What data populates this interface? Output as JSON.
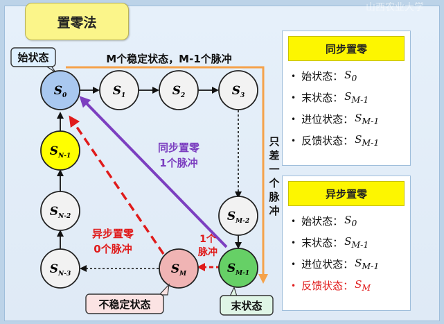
{
  "watermark": "山西农业大学",
  "title": "置零法",
  "states": {
    "s0": {
      "main": "S",
      "sub": "0"
    },
    "s1": {
      "main": "S",
      "sub": "1"
    },
    "s2": {
      "main": "S",
      "sub": "2"
    },
    "s3": {
      "main": "S",
      "sub": "3"
    },
    "sm2": {
      "main": "S",
      "sub": "M-2"
    },
    "sm1": {
      "main": "S",
      "sub": "M-1"
    },
    "sm": {
      "main": "S",
      "sub": "M"
    },
    "sn3": {
      "main": "S",
      "sub": "N-3"
    },
    "sn2": {
      "main": "S",
      "sub": "N-2"
    },
    "sn1": {
      "main": "S",
      "sub": "N-1"
    }
  },
  "labels": {
    "start_state": "始状态",
    "end_state": "末状态",
    "unstable_state": "不稳定状态",
    "top_arc": "M个稳定状态，M-1个脉冲",
    "vertical_note": [
      "只",
      "差",
      "一",
      "个",
      "脉",
      "冲"
    ],
    "sync_line1": "同步置零",
    "sync_line2": "1个脉冲",
    "async_line1": "异步置零",
    "async_line2": "0个脉冲",
    "one_pulse_1": "1个",
    "one_pulse_2": "脉冲"
  },
  "sync_panel": {
    "header": "同步置零",
    "items": [
      {
        "label": "始状态：",
        "main": "S",
        "sub": "0"
      },
      {
        "label": "末状态：",
        "main": "S",
        "sub": "M-1"
      },
      {
        "label": "进位状态：",
        "main": "S",
        "sub": "M-1"
      },
      {
        "label": "反馈状态：",
        "main": "S",
        "sub": "M-1"
      }
    ]
  },
  "async_panel": {
    "header": "异步置零",
    "items": [
      {
        "label": "始状态：",
        "main": "S",
        "sub": "0"
      },
      {
        "label": "末状态：",
        "main": "S",
        "sub": "M-1"
      },
      {
        "label": "进位状态：",
        "main": "S",
        "sub": "M-1"
      },
      {
        "label": "反馈状态：",
        "main": "S",
        "sub": "M",
        "highlight": true
      }
    ]
  },
  "colors": {
    "circle_default": "#f2f2f2",
    "circle_start": "#a9c8f0",
    "circle_yellow": "#ffff00",
    "circle_green": "#66d066",
    "circle_pink": "#f0b4b4",
    "orange": "#f5a24a",
    "purple": "#7c3fc0",
    "red": "#e01b1b"
  }
}
